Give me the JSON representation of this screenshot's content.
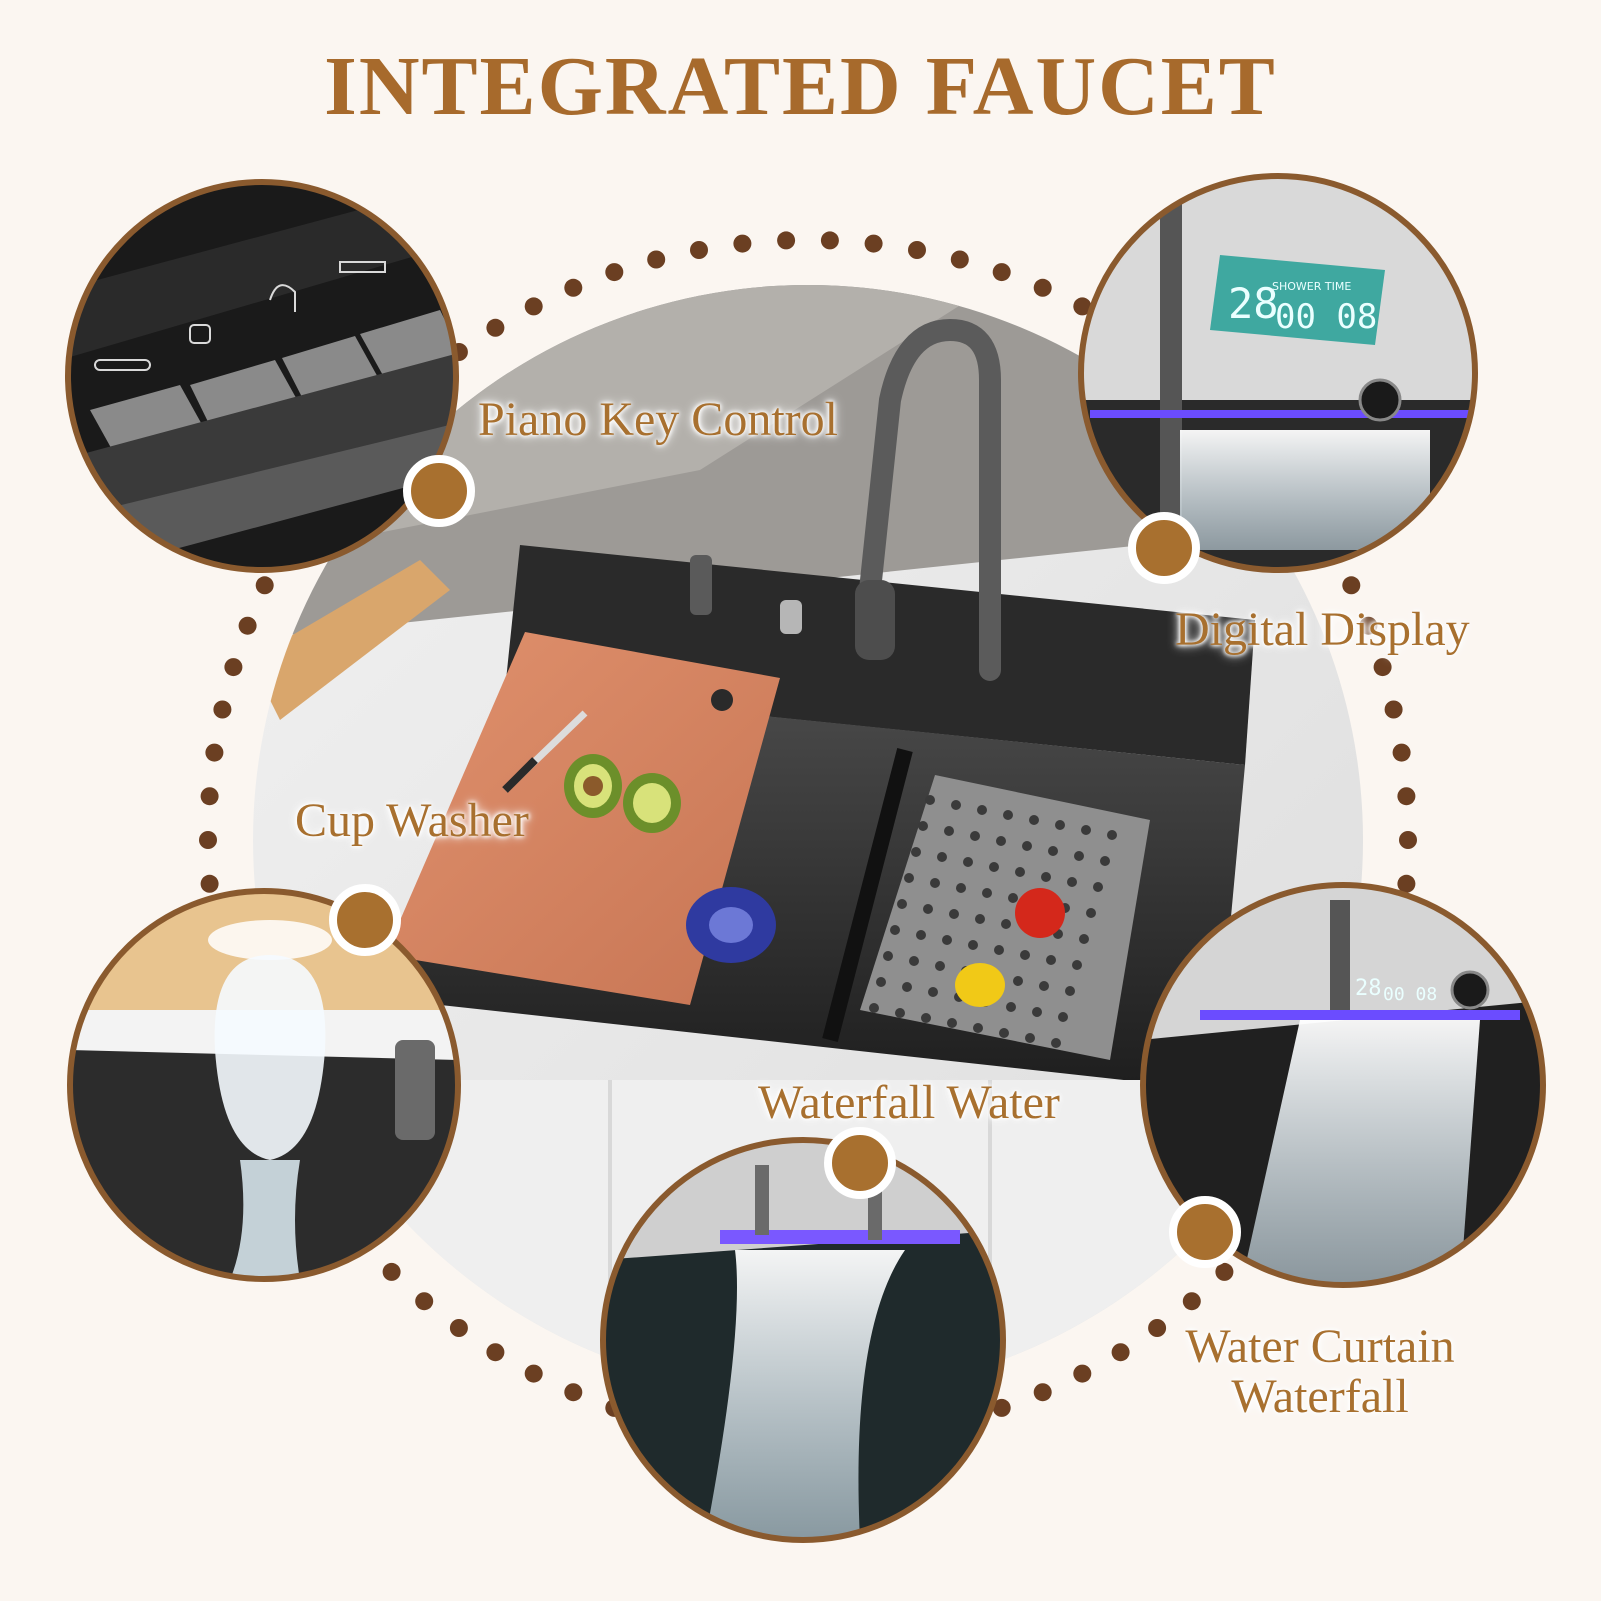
{
  "title": "INTEGRATED FAUCET",
  "colors": {
    "accent": "#a8702f",
    "dots": "#6b3f22",
    "background": "#fbf6f1",
    "circle_border": "#8a5a2e"
  },
  "features": [
    {
      "label": "Piano Key Control"
    },
    {
      "label": "Digital Display"
    },
    {
      "label": "Cup Washer"
    },
    {
      "label": "Waterfall Water"
    },
    {
      "label_line1": "Water Curtain",
      "label_line2": "Waterfall"
    }
  ],
  "display": {
    "temperature": "28",
    "time": "00 08",
    "caption": "SHOWER TIME"
  }
}
